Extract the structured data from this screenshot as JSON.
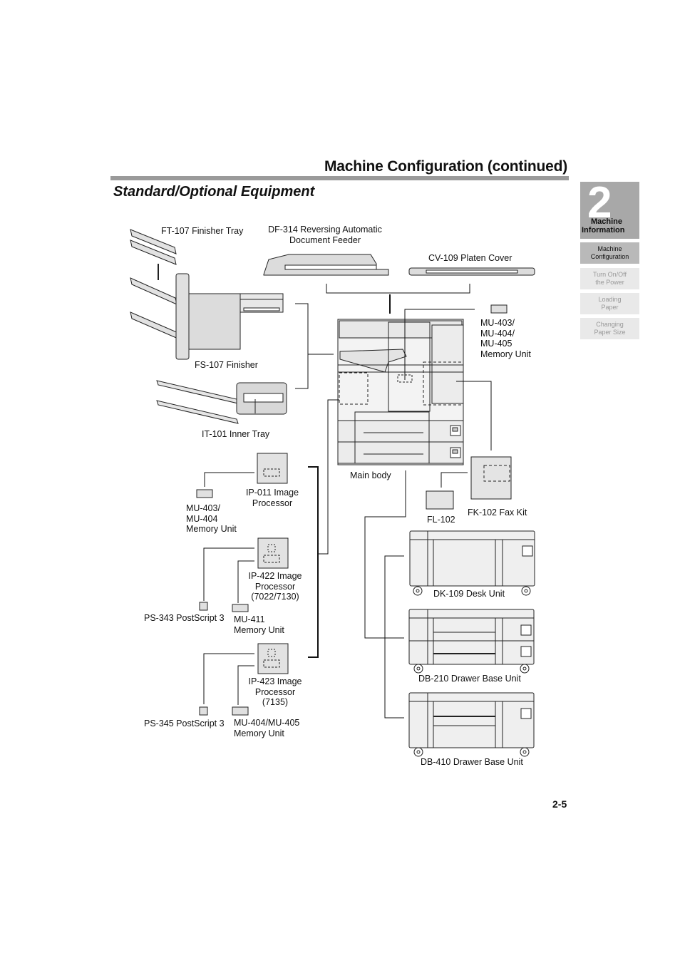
{
  "header": {
    "page_title": "Machine Configuration (continued)",
    "section_title": "Standard/Optional Equipment"
  },
  "side_nav": {
    "chapter_number": "2",
    "chapter_name_1": "Machine",
    "chapter_name_2": "Information",
    "items": [
      {
        "line1": "Machine",
        "line2": "Configuration"
      },
      {
        "line1": "Turn On/Off",
        "line2": "the Power"
      },
      {
        "line1": "Loading",
        "line2": "Paper"
      },
      {
        "line1": "Changing",
        "line2": "Paper Size"
      }
    ]
  },
  "labels": {
    "ft107": "FT-107 Finisher Tray",
    "df314_1": "DF-314 Reversing Automatic",
    "df314_2": "Document Feeder",
    "cv109": "CV-109 Platen Cover",
    "mu403_405_1": "MU-403/",
    "mu403_405_2": "MU-404/",
    "mu403_405_3": "MU-405",
    "mu403_405_4": "Memory Unit",
    "fs107": "FS-107 Finisher",
    "it101": "IT-101 Inner Tray",
    "main_body": "Main body",
    "ip011_1": "IP-011 Image",
    "ip011_2": "Processor",
    "mu403_404_1": "MU-403/",
    "mu403_404_2": "MU-404",
    "mu403_404_3": "Memory Unit",
    "fl102": "FL-102",
    "fk102": "FK-102 Fax Kit",
    "ip422_1": "IP-422 Image",
    "ip422_2": "Processor",
    "ip422_3": "(7022/7130)",
    "dk109": "DK-109 Desk Unit",
    "ps343": "PS-343 PostScript 3",
    "mu411_1": "MU-411",
    "mu411_2": "Memory Unit",
    "db210": "DB-210 Drawer Base Unit",
    "ip423_1": "IP-423 Image",
    "ip423_2": "Processor",
    "ip423_3": "(7135)",
    "ps345": "PS-345 PostScript 3",
    "mu404_405_1": "MU-404/MU-405",
    "mu404_405_2": "Memory Unit",
    "db410": "DB-410 Drawer Base Unit"
  },
  "footer": {
    "page_number": "2-5"
  }
}
